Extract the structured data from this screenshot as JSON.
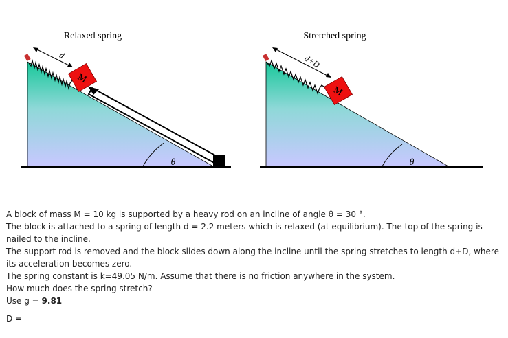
{
  "left_panel": {
    "caption": "Relaxed spring",
    "spring_label": "d",
    "block_label": "M",
    "angle_label": "θ"
  },
  "right_panel": {
    "caption": "Stretched spring",
    "spring_label": "d+D",
    "block_label": "M",
    "angle_label": "θ"
  },
  "problem": {
    "line1": "A block of mass M = 10 kg is supported by a heavy rod on an incline of angle θ = 30 °.",
    "line2": "The block is attached to a spring of length d = 2.2 meters which is relaxed (at equilibrium). The top of the spring is nailed to the incline.",
    "line3": "The support rod is removed and the block slides down along the incline until the spring stretches to length d+D, where its acceleration becomes zero.",
    "line4": "The spring constant is k=49.05 N/m. Assume that there is no friction anywhere in the system.",
    "line5": "How much does the spring stretch?",
    "line6_prefix": "Use g = ",
    "line6_value": "9.81",
    "answer_label": "D ="
  },
  "colors": {
    "incline_top": "#20c8a0",
    "incline_bottom": "#c8c8ff",
    "block": "#ee1111",
    "spring_anchor": "#c83030",
    "ground": "#000000"
  }
}
